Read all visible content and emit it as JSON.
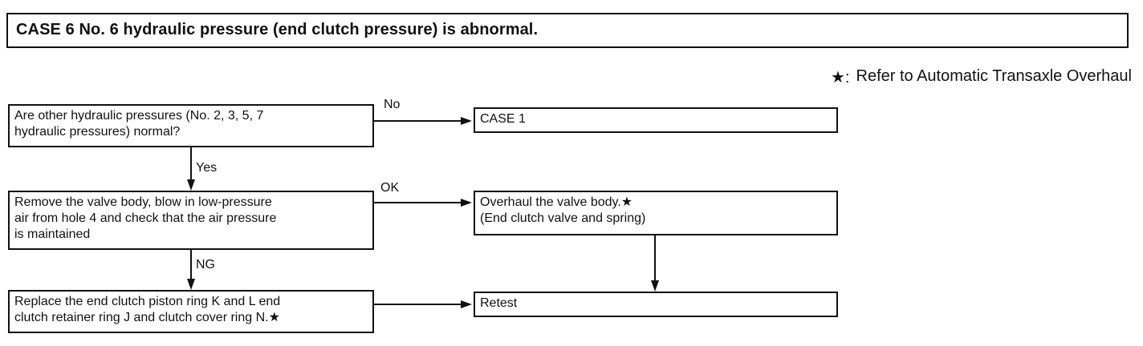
{
  "title": "CASE 6 No. 6 hydraulic pressure (end clutch pressure) is abnormal.",
  "note": {
    "star": "★:",
    "text": "Refer to Automatic Transaxle Overhaul"
  },
  "steps": {
    "q1": "Are other hydraulic pressures (No. 2, 3, 5, 7\nhydraulic pressures) normal?",
    "q2": "Remove the valve body, blow in low-pressure\nair from hole 4 and check that the air pressure\nis maintained",
    "q3": "Replace the end clutch piston ring K and L end\nclutch retainer ring J and clutch cover ring N.★"
  },
  "results": {
    "r1": "CASE 1",
    "r2": "Overhaul the valve body.★\n(End clutch valve and spring)",
    "r3": "Retest"
  },
  "labels": {
    "no": "No",
    "yes": "Yes",
    "ok": "OK",
    "ng": "NG"
  },
  "colors": {
    "line": "#111111",
    "background": "#ffffff"
  }
}
